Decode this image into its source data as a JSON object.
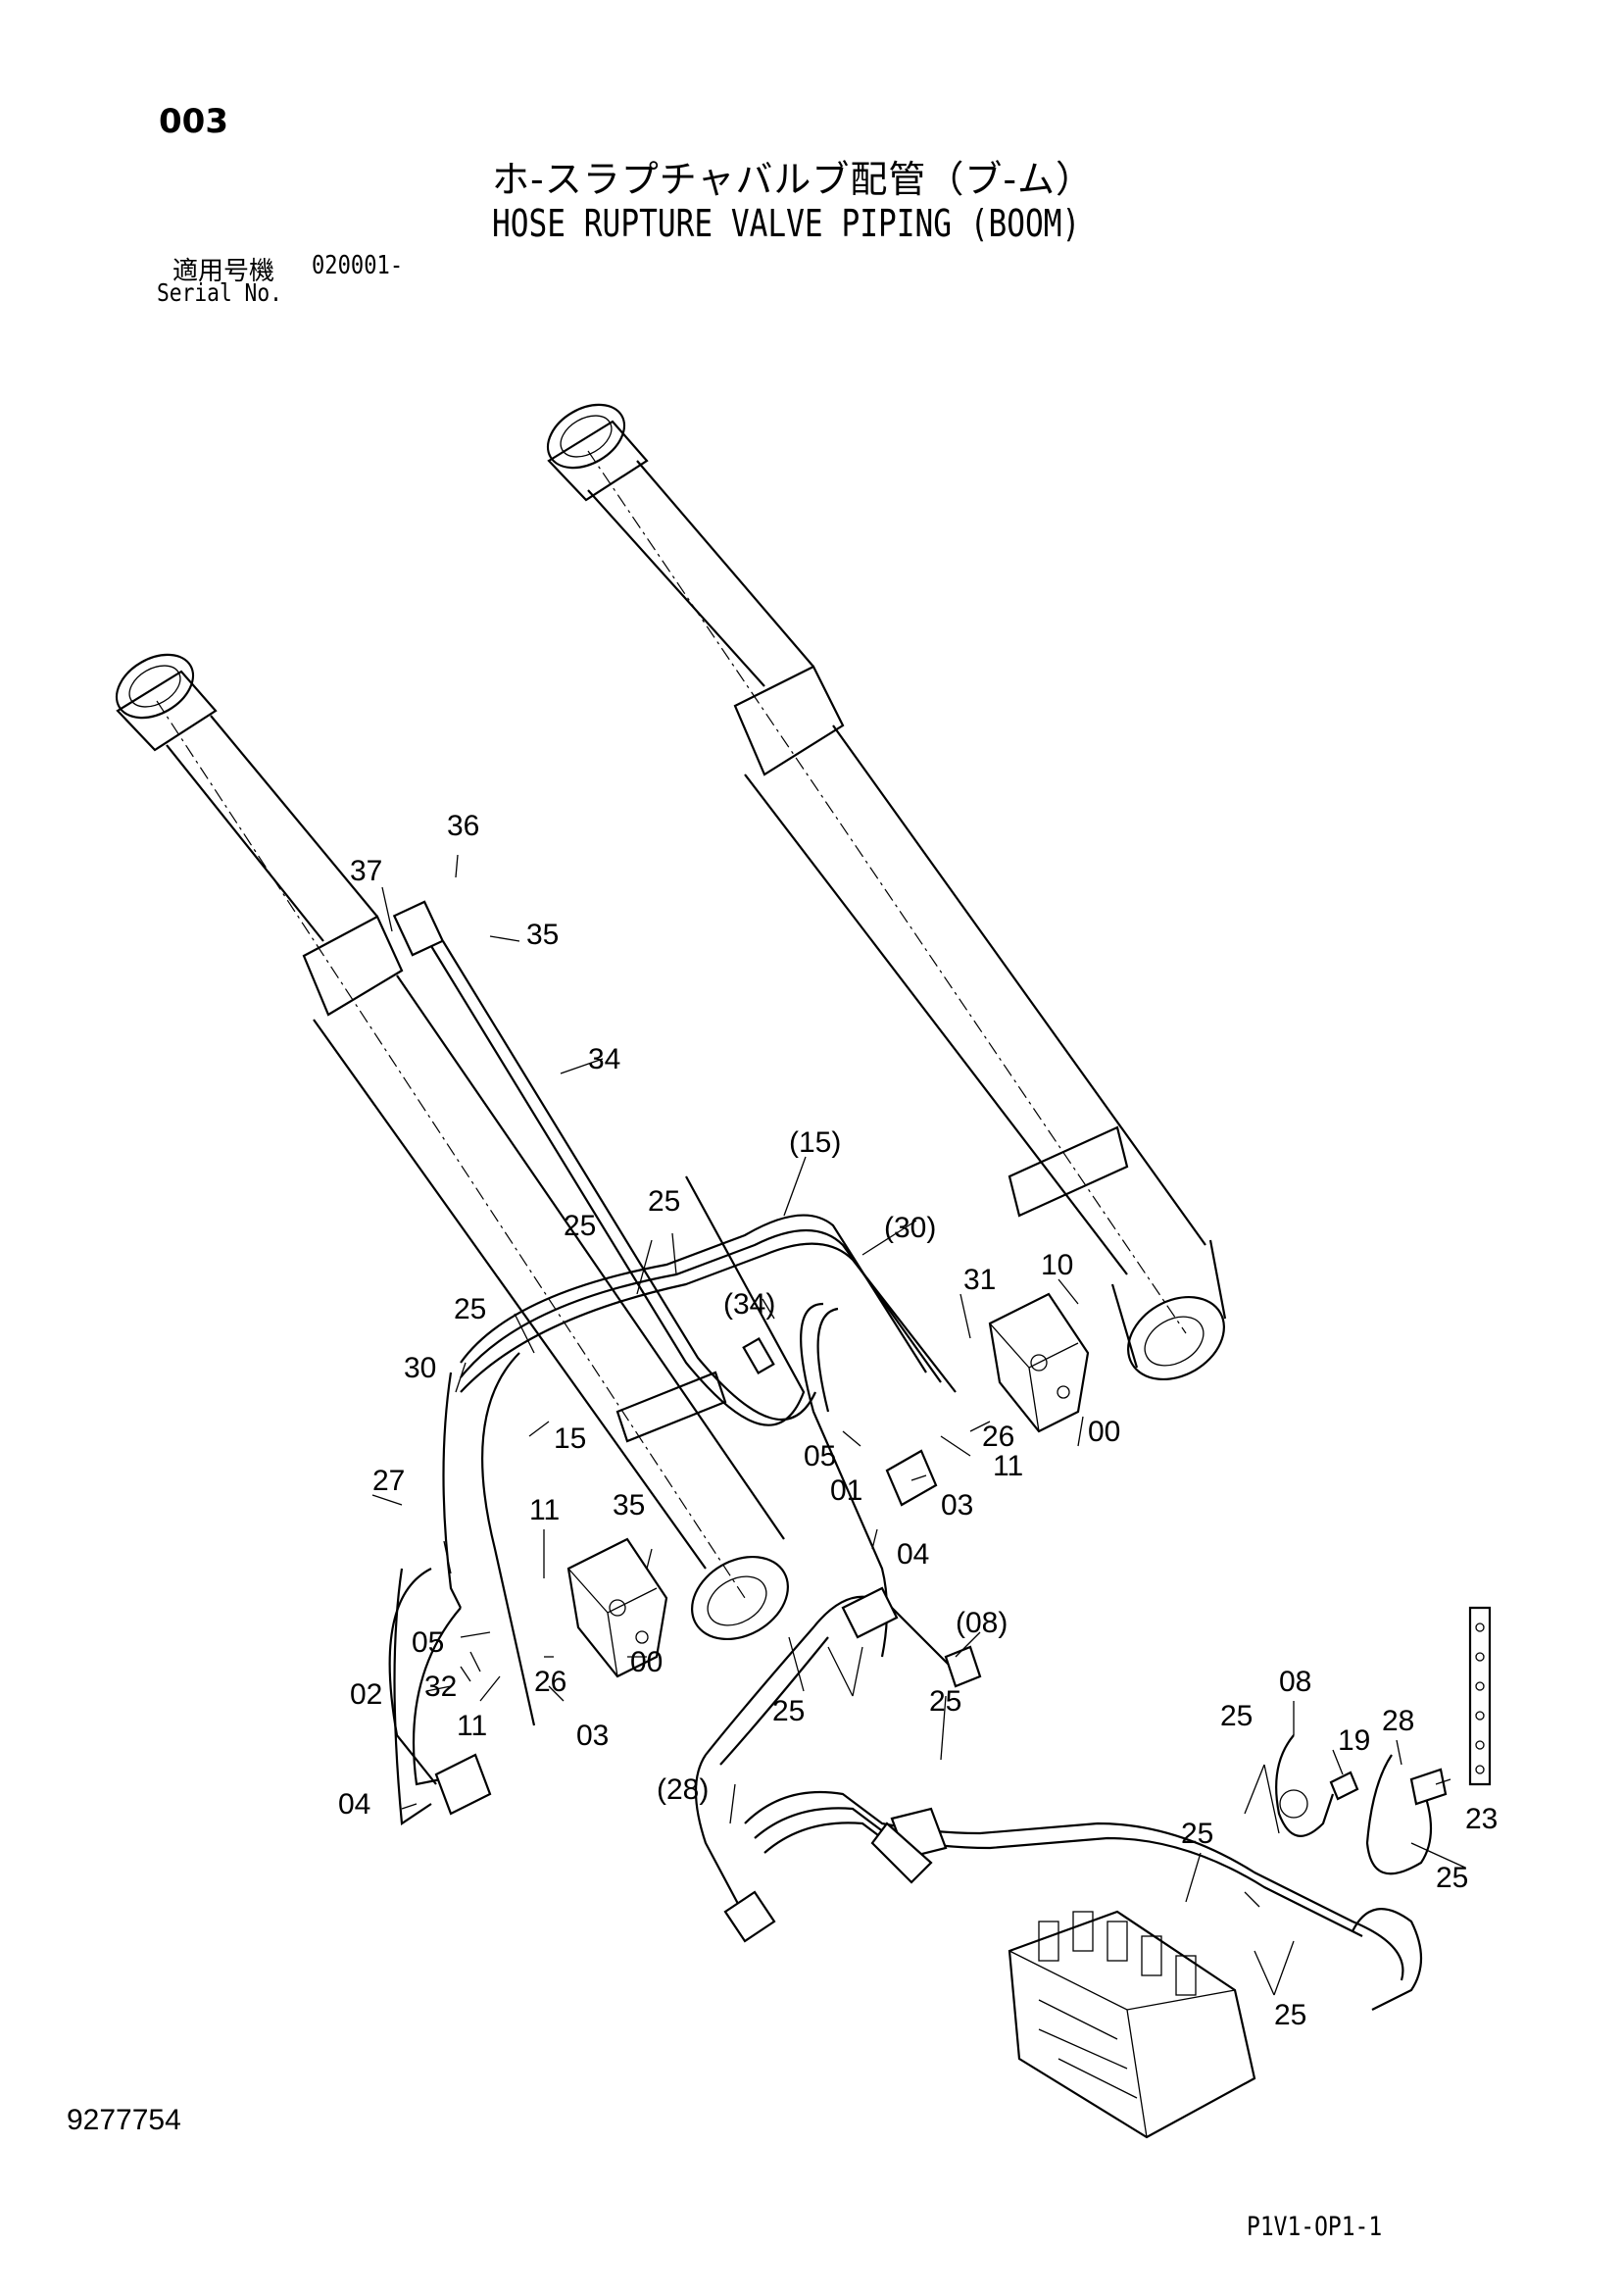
{
  "header": {
    "page_number": "003",
    "title_japanese": "ホ-スラプチャバルブ配管（ブ-ム）",
    "title_english": "HOSE RUPTURE VALVE PIPING (BOOM)",
    "serial_label_japanese": "適用号機",
    "serial_value": "020001-",
    "serial_label_english": "Serial No."
  },
  "footer": {
    "drawing_number": "9277754",
    "page_code": "P1V1-OP1-1"
  },
  "callouts": [
    {
      "label": "36"
    },
    {
      "label": "37"
    },
    {
      "label": "35"
    },
    {
      "label": "34"
    },
    {
      "label": "(15)"
    },
    {
      "label": "25"
    },
    {
      "label": "25"
    },
    {
      "label": "(30)"
    },
    {
      "label": "31"
    },
    {
      "label": "10"
    },
    {
      "label": "(34)"
    },
    {
      "label": "25"
    },
    {
      "label": "30"
    },
    {
      "label": "15"
    },
    {
      "label": "26"
    },
    {
      "label": "00"
    },
    {
      "label": "05"
    },
    {
      "label": "11"
    },
    {
      "label": "27"
    },
    {
      "label": "01"
    },
    {
      "label": "03"
    },
    {
      "label": "11"
    },
    {
      "label": "35"
    },
    {
      "label": "04"
    },
    {
      "label": "05"
    },
    {
      "label": "(08)"
    },
    {
      "label": "32"
    },
    {
      "label": "26"
    },
    {
      "label": "00"
    },
    {
      "label": "02"
    },
    {
      "label": "11"
    },
    {
      "label": "03"
    },
    {
      "label": "25"
    },
    {
      "label": "25"
    },
    {
      "label": "08"
    },
    {
      "label": "(28)"
    },
    {
      "label": "25"
    },
    {
      "label": "19"
    },
    {
      "label": "28"
    },
    {
      "label": "04"
    },
    {
      "label": "23"
    },
    {
      "label": "25"
    },
    {
      "label": "25"
    },
    {
      "label": "25"
    }
  ]
}
